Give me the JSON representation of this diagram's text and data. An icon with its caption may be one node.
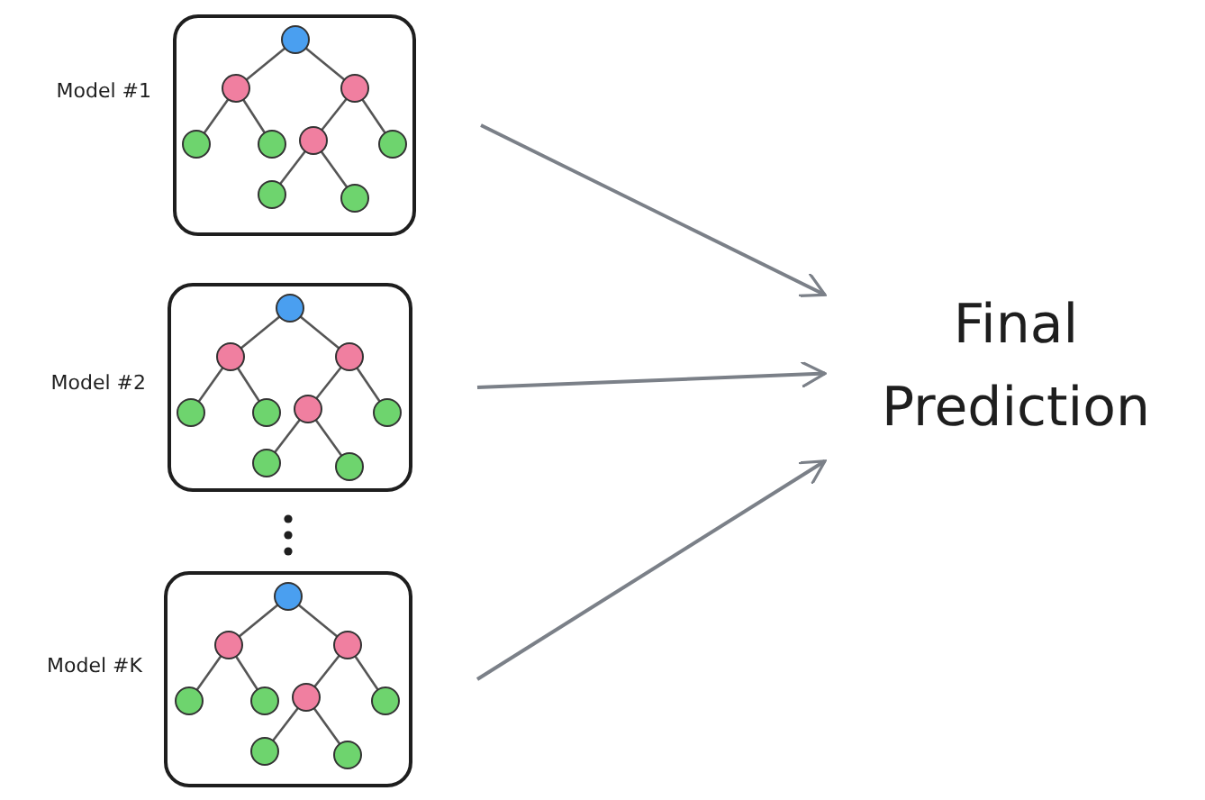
{
  "diagram": {
    "nodes": [
      {
        "text": [
          "Model #1"
        ]
      },
      {
        "text": [
          "Model #2"
        ]
      },
      {
        "text": [
          "Model #K"
        ]
      },
      {
        "text": [
          "Final Prediction"
        ]
      }
    ],
    "edges": [
      {
        "from": 0,
        "to": 3,
        "arrow": "to"
      },
      {
        "from": 1,
        "to": 3,
        "arrow": "to"
      },
      {
        "from": 2,
        "to": 3,
        "arrow": "to"
      }
    ]
  }
}
